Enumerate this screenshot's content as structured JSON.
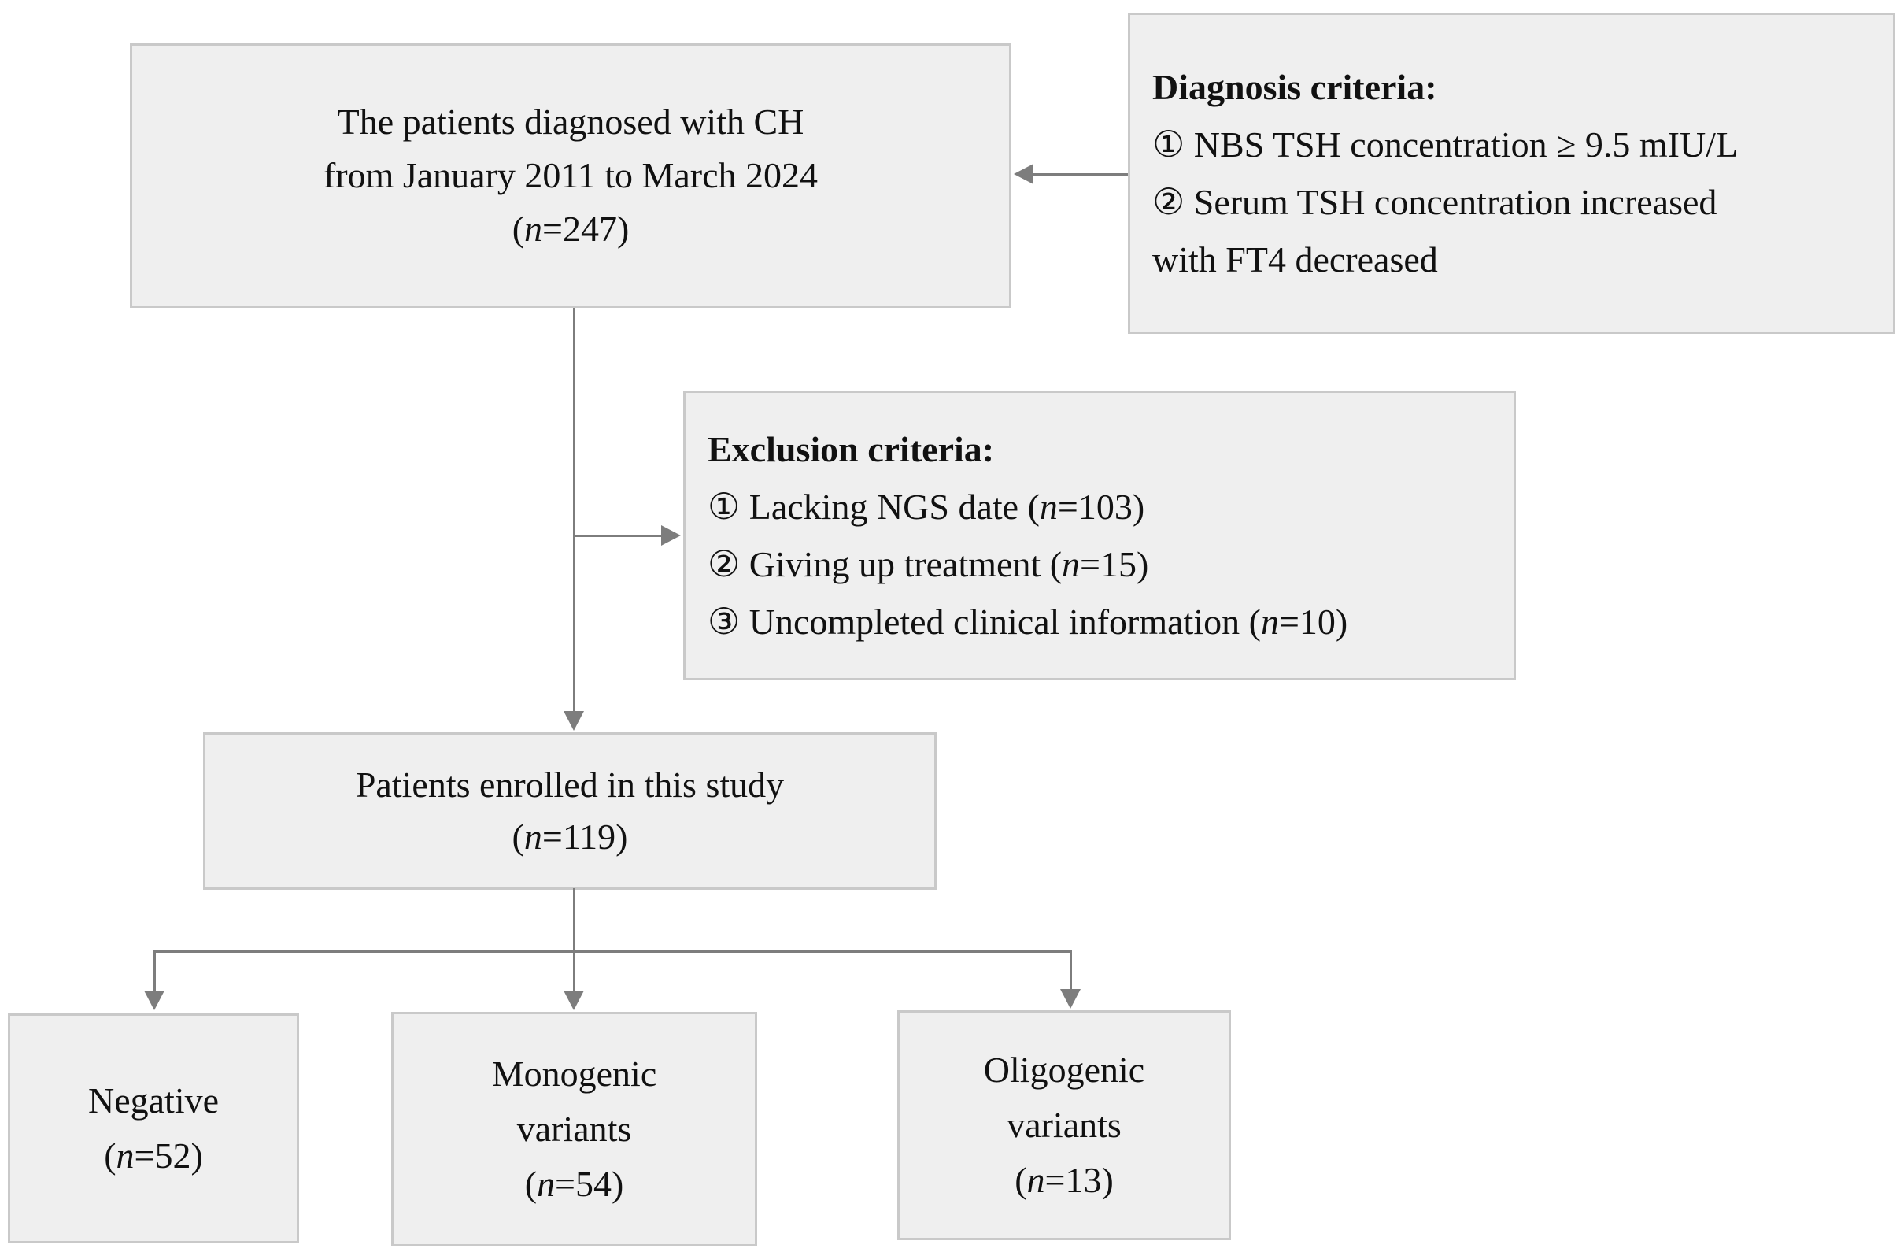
{
  "colors": {
    "box_fill": "#efefef",
    "box_border": "#c9c9c9",
    "connector": "#7d7d7d",
    "text": "#111111",
    "background": "#ffffff"
  },
  "boxes": {
    "diagnosed": {
      "line1": "The patients diagnosed with CH",
      "line2": "from January 2011 to March 2024",
      "n_pre": "(",
      "n_italic": "n",
      "n_post": "=247)"
    },
    "diagnosis_criteria": {
      "title": "Diagnosis criteria:",
      "item1": "① NBS TSH concentration ≥ 9.5 mIU/L",
      "item2_line1": "② Serum TSH concentration increased",
      "item2_line2": "with FT4 decreased"
    },
    "exclusion_criteria": {
      "title": "Exclusion criteria:",
      "items": [
        {
          "num": "①",
          "pre": " Lacking NGS date (",
          "n": "n",
          "post": "=103)"
        },
        {
          "num": "②",
          "pre": " Giving up treatment (",
          "n": "n",
          "post": "=15)"
        },
        {
          "num": "③",
          "pre": " Uncompleted clinical information (",
          "n": "n",
          "post": "=10)"
        }
      ]
    },
    "enrolled": {
      "line1": "Patients enrolled in this study",
      "n_pre": "(",
      "n_italic": "n",
      "n_post": "=119)"
    },
    "negative": {
      "line1": "Negative",
      "n_pre": "(",
      "n_italic": "n",
      "n_post": "=52)"
    },
    "monogenic": {
      "line1": "Monogenic",
      "line2": "variants",
      "n_pre": "(",
      "n_italic": "n",
      "n_post": "=54)"
    },
    "oligogenic": {
      "line1": "Oligogenic",
      "line2": "variants",
      "n_pre": "(",
      "n_italic": "n",
      "n_post": "=13)"
    }
  }
}
